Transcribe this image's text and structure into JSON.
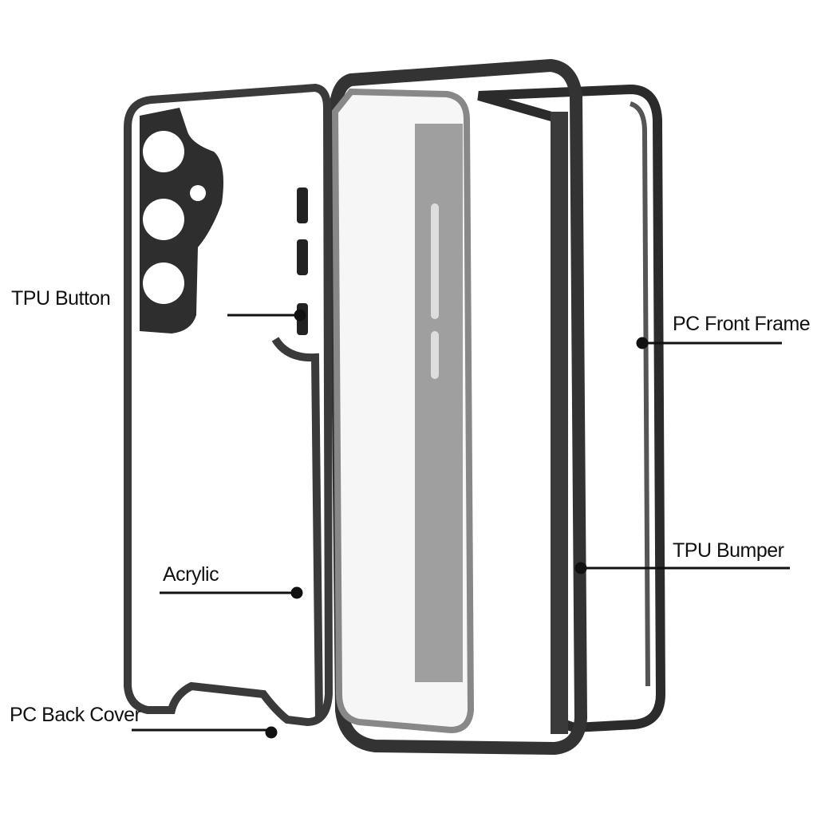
{
  "labels": {
    "tpu_button": "TPU Button",
    "acrylic": "Acrylic",
    "pc_back_cover": "PC Back Cover",
    "pc_front_frame": "PC Front Frame",
    "tpu_bumper": "TPU Bumper"
  },
  "colors": {
    "frame_dark": "#2b2b2b",
    "frame_grey": "#6e6e6e",
    "glass": "#f4f4f4"
  }
}
